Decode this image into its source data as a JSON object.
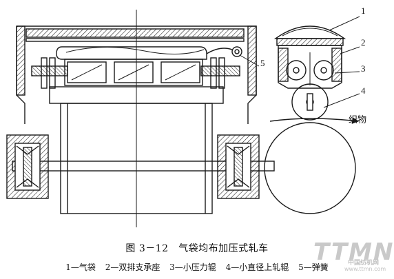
{
  "caption": {
    "title": "图 3－12　气袋均布加压式轧车",
    "legend": [
      "1—气袋",
      "2—双排支承座",
      "3—小压力辊",
      "4—小直径上轧辊",
      "5—弹簧"
    ]
  },
  "callouts": [
    "1",
    "2",
    "3",
    "4",
    "5"
  ],
  "fabric_label": "织物",
  "watermark": {
    "logo": "TTMN",
    "site_name": "中国纺机网",
    "url": "www.ttmn.com"
  },
  "colors": {
    "line": "#1a1a1a",
    "hatch": "#1a1a1a",
    "watermark": "#c9c9c9"
  }
}
